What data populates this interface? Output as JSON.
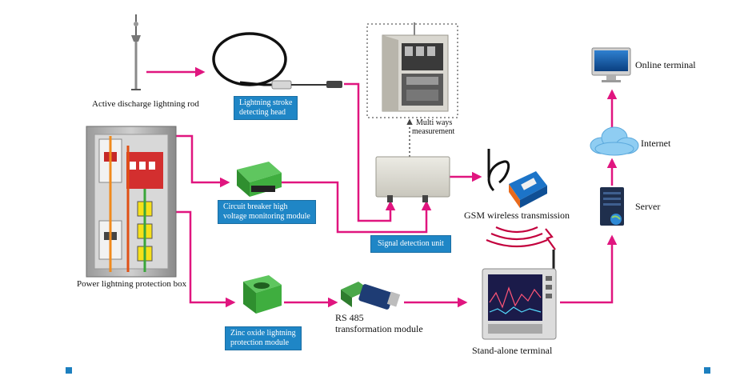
{
  "diagram": {
    "labels": {
      "rod": "Active discharge lightning rod",
      "box": "Power lightning protection box",
      "multi_1": "Multi ways",
      "multi_2": "measurement",
      "gsm": "GSM wireless transmission",
      "rs485_1": "RS 485",
      "rs485_2": "transformation module",
      "standalone": "Stand-alone terminal",
      "server": "Server",
      "internet": "Internet",
      "online": "Online terminal"
    },
    "badges": {
      "stroke_head_1": "Lightning stroke",
      "stroke_head_2": "detecting head",
      "breaker_1": "Circuit breaker high",
      "breaker_2": "voltage monitoring module",
      "signal_unit": "Signal detection unit",
      "zinc_1": "Zinc oxide lightning",
      "zinc_2": "protection module"
    },
    "colors": {
      "arrow": "#e0157f",
      "badge": "#1f86c6",
      "dots": "#555555"
    },
    "icons": [
      "lightning-rod-icon",
      "sensor-coil-icon",
      "cabinet-icon",
      "protection-box-icon",
      "breaker-module-icon",
      "signal-unit-icon",
      "gsm-modem-icon",
      "wireless-waves-icon",
      "zinc-module-icon",
      "rs485-converter-icon",
      "terminal-icon",
      "server-icon",
      "cloud-icon",
      "monitor-icon"
    ]
  }
}
